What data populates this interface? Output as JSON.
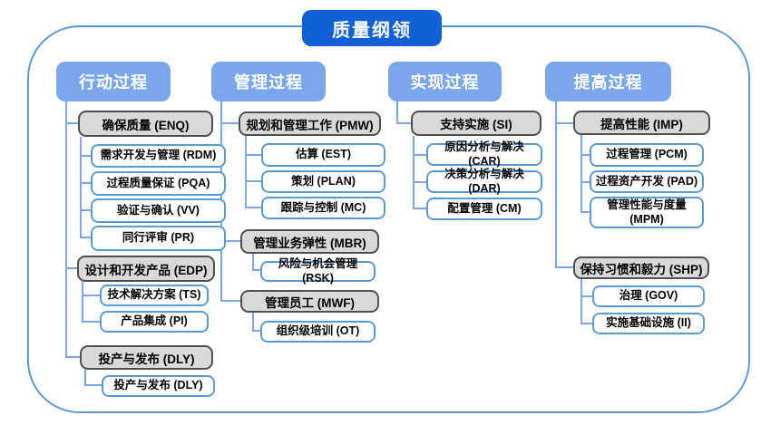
{
  "title": "质量纲领",
  "colors": {
    "title_bg": "#1160d6",
    "header_bg": "#7aa6ec",
    "frame_border": "#5b9bd5",
    "connector": "#7aa6ec",
    "gray_fill": "#d9d9d9",
    "gray_border": "#4f4f4f",
    "white_box_border": "#5b9bd5"
  },
  "columns": [
    {
      "header": "行动过程",
      "groups": [
        {
          "label": "确保质量 (ENQ)",
          "children": [
            "需求开发与管理 (RDM)",
            "过程质量保证 (PQA)",
            "验证与确认 (VV)",
            "同行评审 (PR)"
          ]
        },
        {
          "label": "设计和开发产品 (EDP)",
          "children": [
            "技术解决方案 (TS)",
            "产品集成 (PI)"
          ]
        },
        {
          "label": "投产与发布 (DLY)",
          "children": [
            "投产与发布 (DLY)"
          ]
        }
      ]
    },
    {
      "header": "管理过程",
      "groups": [
        {
          "label": "规划和管理工作 (PMW)",
          "children": [
            "估算 (EST)",
            "策划 (PLAN)",
            "跟踪与控制 (MC)"
          ]
        },
        {
          "label": "管理业务弹性 (MBR)",
          "children": [
            "风险与机会管理 (RSK)"
          ]
        },
        {
          "label": "管理员工 (MWF)",
          "children": [
            "组织级培训 (OT)"
          ]
        }
      ]
    },
    {
      "header": "实现过程",
      "groups": [
        {
          "label": "支持实施 (SI)",
          "children": [
            "原因分析与解决 (CAR)",
            "决策分析与解决 (DAR)",
            "配置管理 (CM)"
          ]
        }
      ]
    },
    {
      "header": "提高过程",
      "groups": [
        {
          "label": "提高性能 (IMP)",
          "children": [
            "过程管理 (PCM)",
            "过程资产开发 (PAD)",
            "管理性能与度量 (MPM)"
          ]
        },
        {
          "label": "保持习惯和毅力 (SHP)",
          "children": [
            "治理 (GOV)",
            "实施基础设施 (II)"
          ]
        }
      ]
    }
  ]
}
